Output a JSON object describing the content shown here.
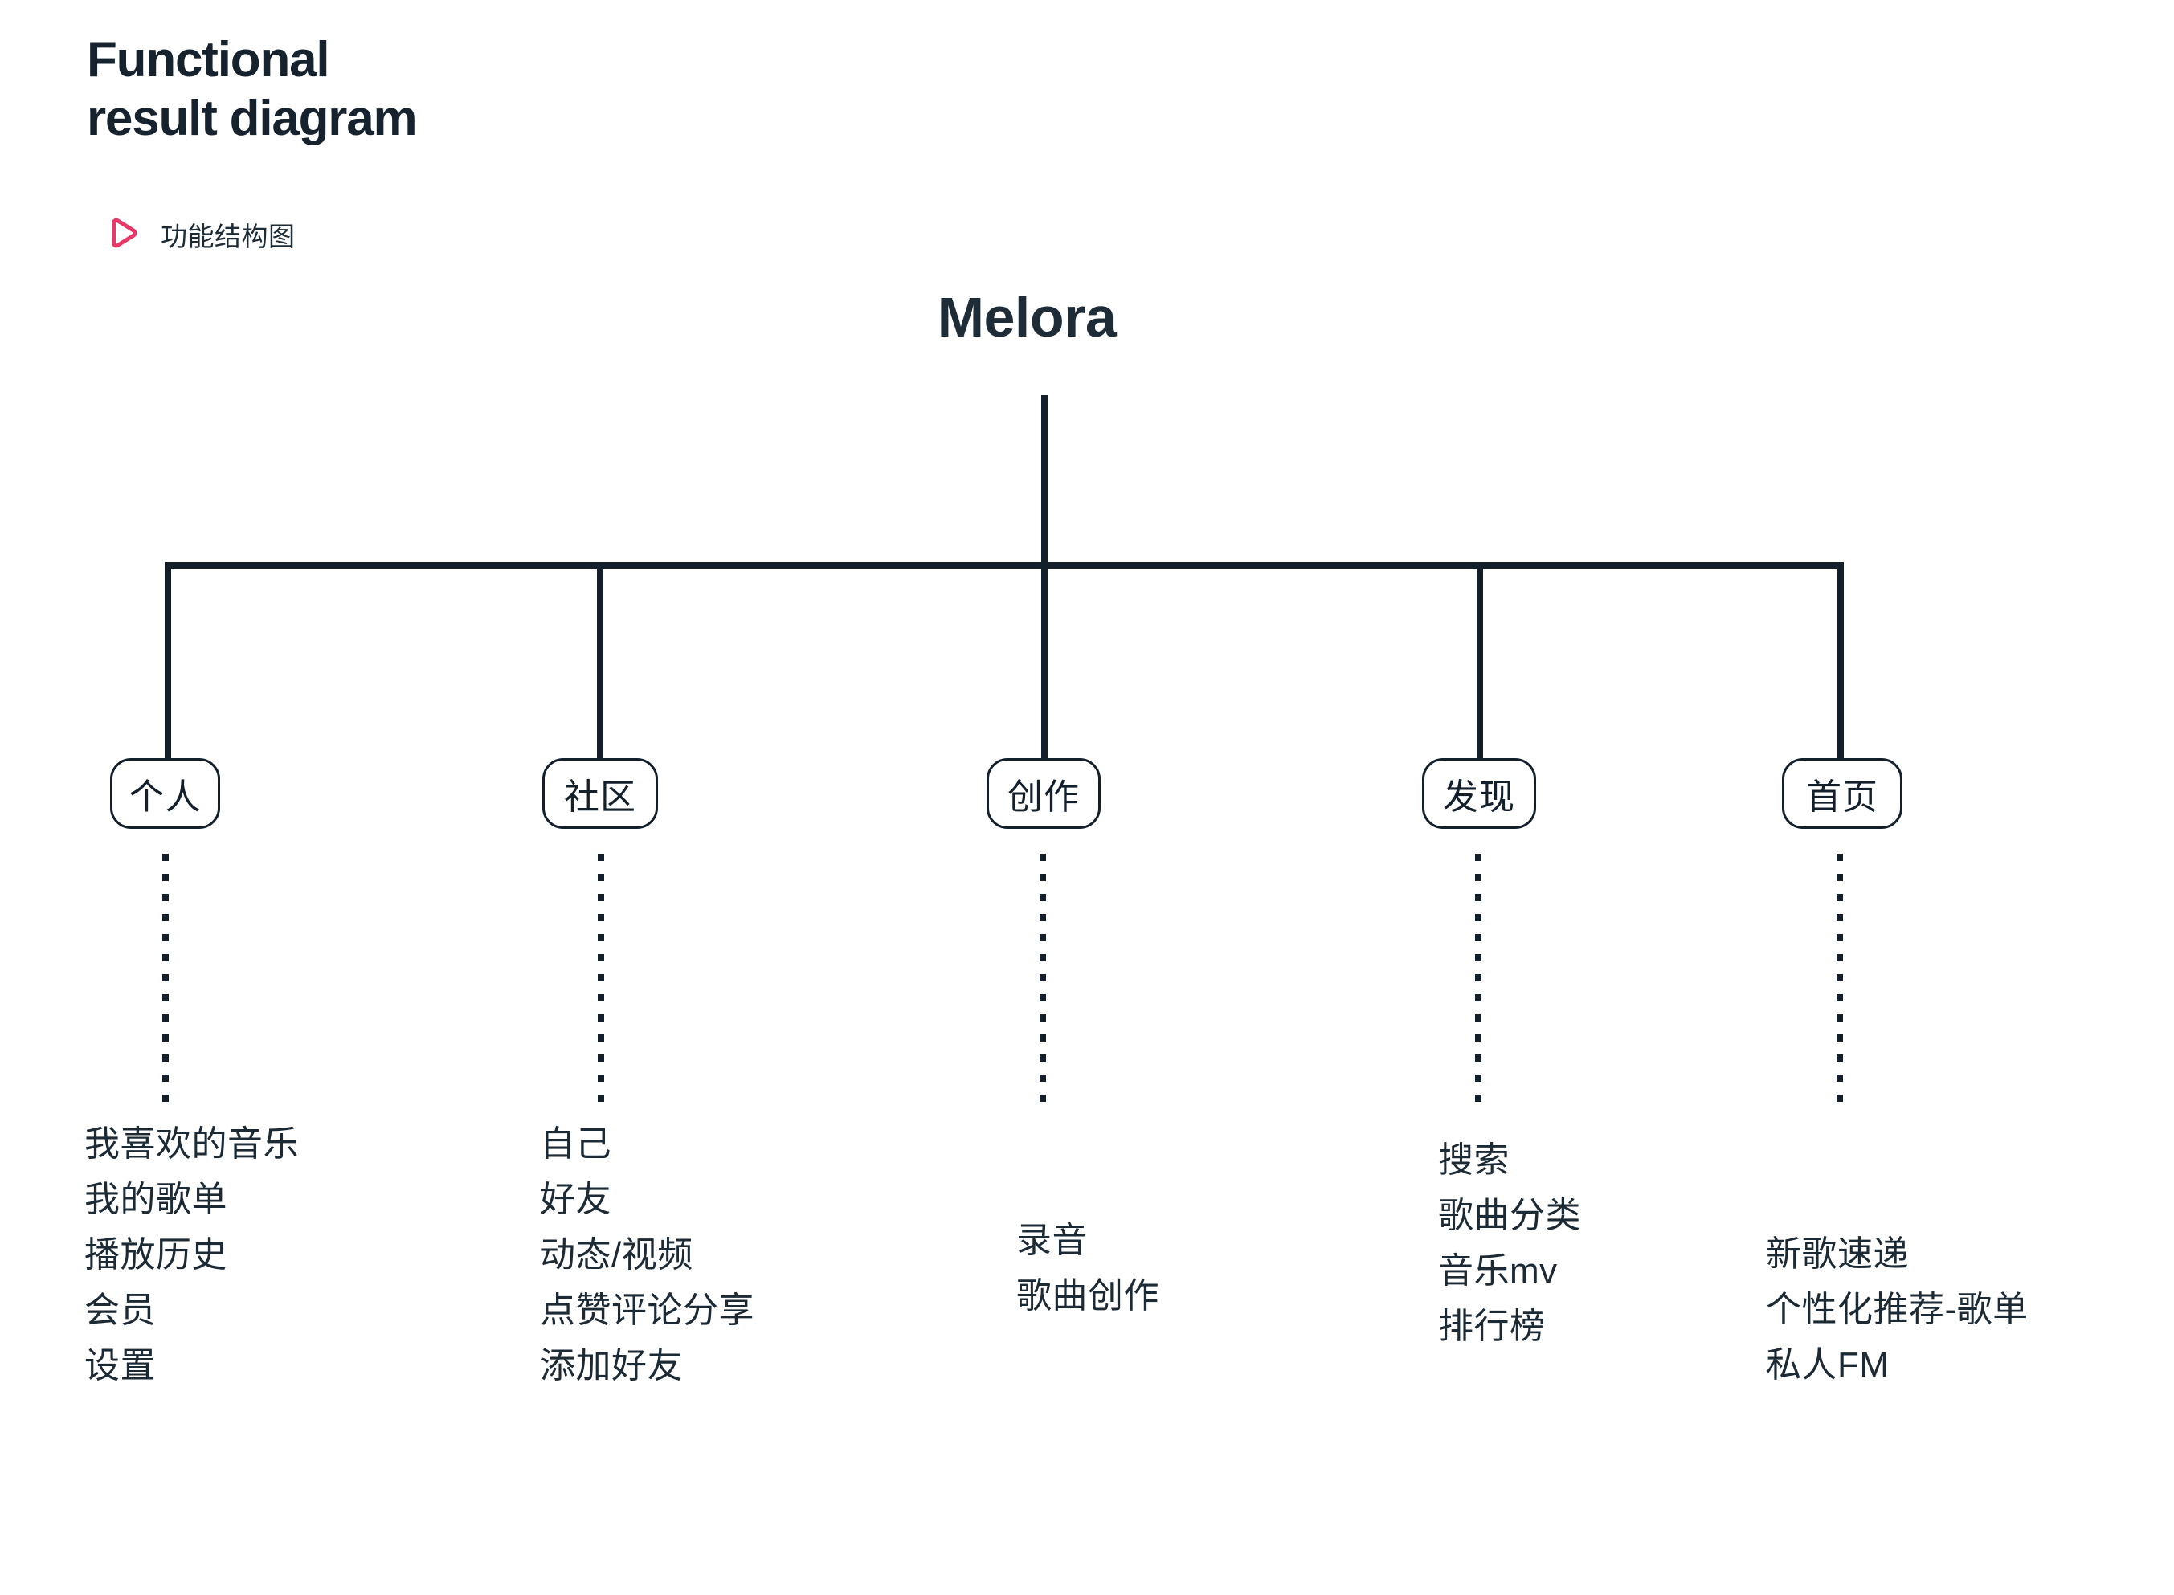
{
  "header": {
    "title": "Functional\nresult diagram",
    "subtitle": "功能结构图",
    "icon": "play-triangle-icon",
    "accent_color": "#e8386a",
    "ink_color": "#13202c"
  },
  "diagram": {
    "root": {
      "label": "Melora"
    },
    "branches": [
      {
        "label": "个人",
        "leaves": [
          "我喜欢的音乐",
          "我的歌单",
          "播放历史",
          "会员",
          "设置"
        ]
      },
      {
        "label": "社区",
        "leaves": [
          "自己",
          "好友",
          "动态/视频",
          "点赞评论分享",
          "添加好友"
        ]
      },
      {
        "label": "创作",
        "leaves": [
          "录音",
          "歌曲创作"
        ]
      },
      {
        "label": "发现",
        "leaves": [
          "搜索",
          "歌曲分类",
          "音乐mv",
          "排行榜"
        ]
      },
      {
        "label": "首页",
        "leaves": [
          "新歌速递",
          "个性化推荐-歌单",
          "私人FM"
        ]
      }
    ]
  }
}
